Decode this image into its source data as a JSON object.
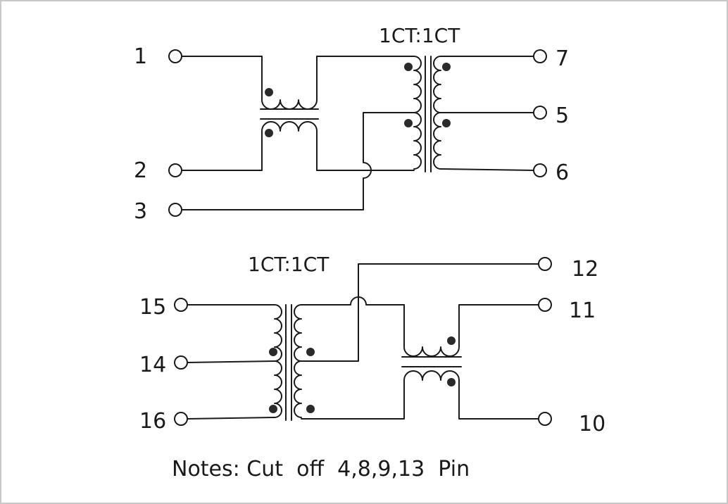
{
  "diagram": {
    "upper": {
      "ratio": "1CT:1CT",
      "pins": {
        "p1": "1",
        "p2": "2",
        "p3": "3",
        "p7": "7",
        "p5": "5",
        "p6": "6"
      }
    },
    "lower": {
      "ratio": "1CT:1CT",
      "pins": {
        "p15": "15",
        "p14": "14",
        "p16": "16",
        "p12": "12",
        "p11": "11",
        "p10": "10"
      }
    },
    "note": "Notes: Cut  off  4,8,9,13  Pin"
  },
  "colors": {
    "line": "#1a1a1a",
    "dot": "#2a2a2a",
    "border": "#c8c8c8"
  }
}
